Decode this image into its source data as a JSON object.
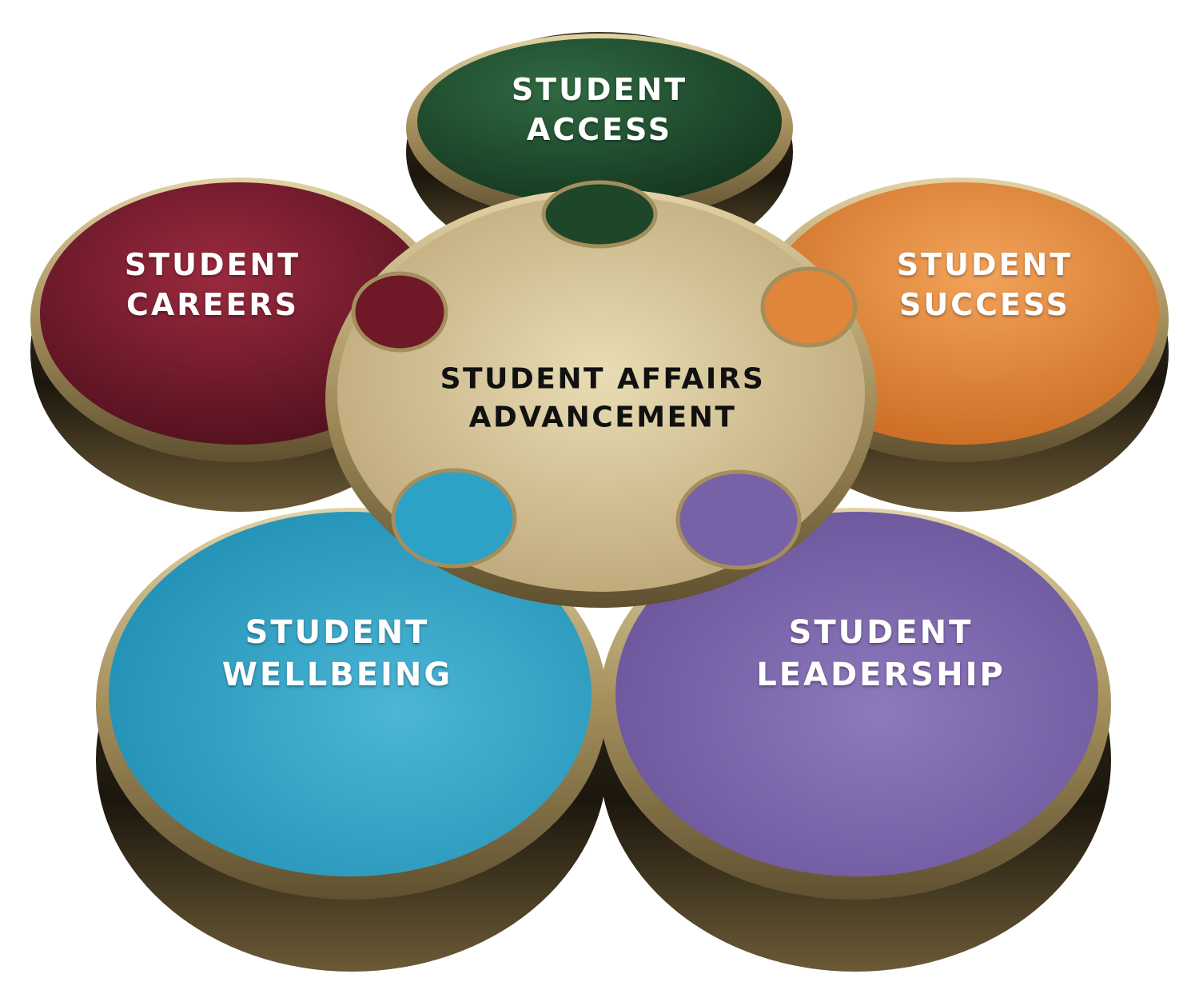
{
  "center": {
    "line1": "STUDENT AFFAIRS",
    "line2": "ADVANCEMENT",
    "color": "#cdb98a"
  },
  "pieces": {
    "access": {
      "line1": "STUDENT",
      "line2": "ACCESS",
      "color": "#1f4a2c"
    },
    "careers": {
      "line1": "STUDENT",
      "line2": "CAREERS",
      "color": "#7a1a2c"
    },
    "success": {
      "line1": "STUDENT",
      "line2": "SUCCESS",
      "color": "#e58a3c"
    },
    "wellbeing": {
      "line1": "STUDENT",
      "line2": "WELLBEING",
      "color": "#2a9fc4"
    },
    "leadership": {
      "line1": "STUDENT",
      "line2": "LEADERSHIP",
      "color": "#7b64ac"
    }
  },
  "rim_color": "#b6a170"
}
